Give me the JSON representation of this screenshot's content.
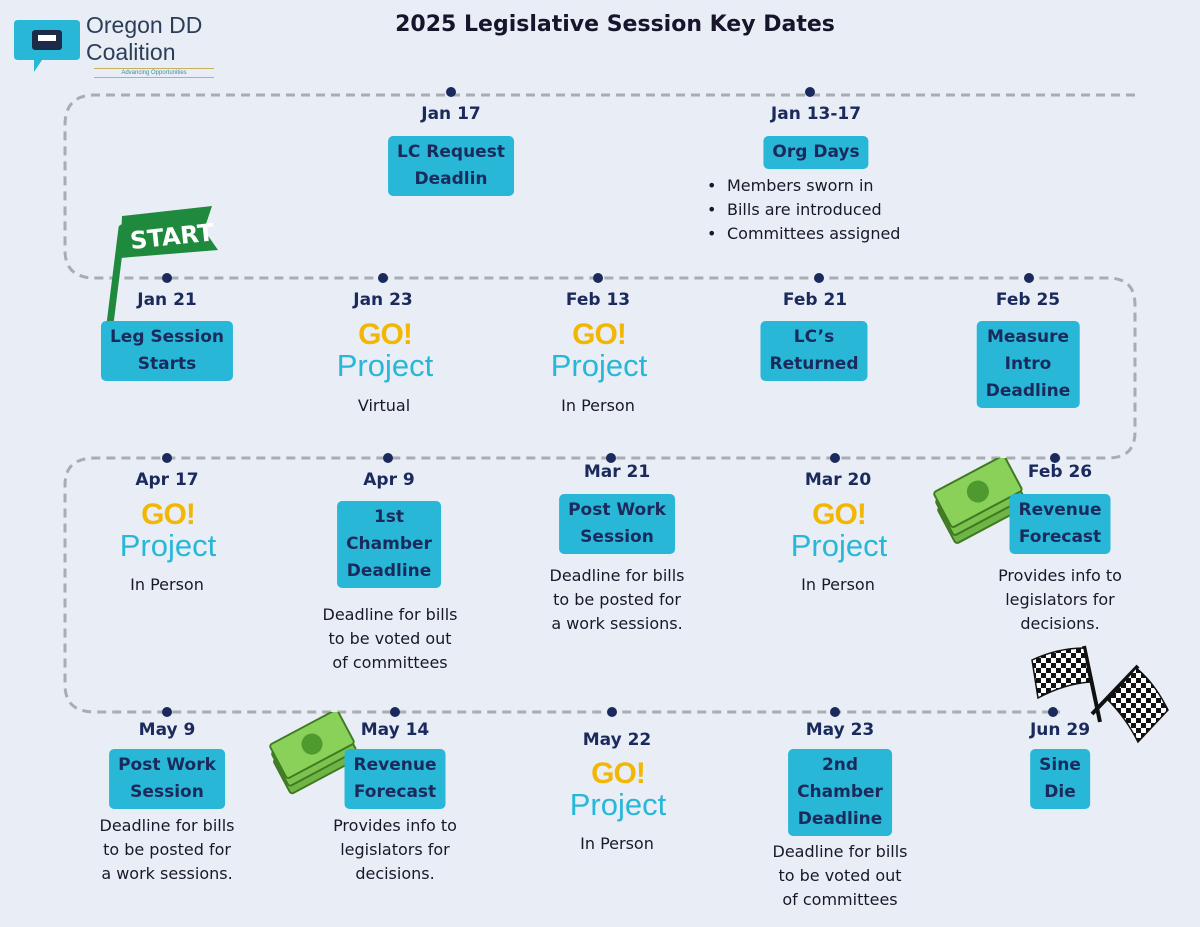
{
  "logo": {
    "name_line1": "Oregon DD",
    "name_line2": "Coalition",
    "tagline": "Advancing Opportunities"
  },
  "title": "2025 Legislative Session Key Dates",
  "colors": {
    "background": "#e9eef6",
    "pill": "#29b7d8",
    "navy": "#1b2a5c",
    "gold": "#f2b705",
    "track": "#a8acb3"
  },
  "events": [
    {
      "date": "Jan 17",
      "pill": [
        "LC Request",
        "Deadlin"
      ]
    },
    {
      "date": "Jan 13-17",
      "pill": [
        "Org Days"
      ],
      "bullets": [
        "Members sworn in",
        "Bills are introduced",
        "Committees assigned"
      ]
    },
    {
      "date": "Jan 21",
      "pill": [
        "Leg Session",
        "Starts"
      ],
      "flag": "START"
    },
    {
      "date": "Jan 23",
      "go": [
        "GO!",
        "Project"
      ],
      "desc": [
        "Virtual"
      ]
    },
    {
      "date": "Feb 13",
      "go": [
        "GO!",
        "Project"
      ],
      "desc": [
        "In Person"
      ]
    },
    {
      "date": "Feb 21",
      "pill": [
        "LC’s",
        "Returned"
      ]
    },
    {
      "date": "Feb 25",
      "pill": [
        "Measure",
        "Intro",
        "Deadline"
      ]
    },
    {
      "date": "Apr 17",
      "go": [
        "GO!",
        "Project"
      ],
      "desc": [
        "In Person"
      ]
    },
    {
      "date": "Apr 9",
      "pill": [
        "1st",
        "Chamber",
        "Deadline"
      ],
      "desc": [
        "Deadline for bills",
        "to be voted out",
        "of committees"
      ]
    },
    {
      "date": "Mar 21",
      "pill": [
        "Post Work",
        "Session"
      ],
      "desc": [
        "Deadline for bills",
        "to be posted for",
        "a work sessions."
      ]
    },
    {
      "date": "Mar 20",
      "go": [
        "GO!",
        "Project"
      ],
      "desc": [
        "In Person"
      ]
    },
    {
      "date": "Feb 26",
      "pill": [
        "Revenue",
        "Forecast"
      ],
      "desc": [
        "Provides info to",
        "legislators for",
        "decisions."
      ]
    },
    {
      "date": "May 9",
      "pill": [
        "Post Work",
        "Session"
      ],
      "desc": [
        "Deadline for bills",
        "to be posted for",
        "a work sessions."
      ]
    },
    {
      "date": "May 14",
      "pill": [
        "Revenue",
        "Forecast"
      ],
      "desc": [
        "Provides info to",
        "legislators for",
        "decisions."
      ]
    },
    {
      "date": "May 22",
      "go": [
        "GO!",
        "Project"
      ],
      "desc": [
        "In Person"
      ]
    },
    {
      "date": "May 23",
      "pill": [
        "2nd",
        "Chamber",
        "Deadline"
      ],
      "desc": [
        "Deadline for bills",
        "to be voted out",
        "of committees"
      ]
    },
    {
      "date": "Jun 29",
      "pill": [
        "Sine",
        "Die"
      ]
    }
  ]
}
